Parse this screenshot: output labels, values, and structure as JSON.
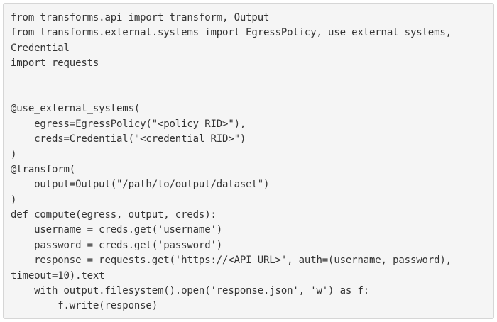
{
  "code_block": {
    "lines": [
      "from transforms.api import transform, Output",
      "from transforms.external.systems import EgressPolicy, use_external_systems,",
      "Credential",
      "import requests",
      "",
      "",
      "@use_external_systems(",
      "    egress=EgressPolicy(\"<policy RID>\"),",
      "    creds=Credential(\"<credential RID>\")",
      ")",
      "@transform(",
      "    output=Output(\"/path/to/output/dataset\")",
      ")",
      "def compute(egress, output, creds):",
      "    username = creds.get('username')",
      "    password = creds.get('password')",
      "    response = requests.get('https://<API URL>', auth=(username, password),",
      "timeout=10).text",
      "    with output.filesystem().open('response.json', 'w') as f:",
      "        f.write(response)"
    ]
  }
}
